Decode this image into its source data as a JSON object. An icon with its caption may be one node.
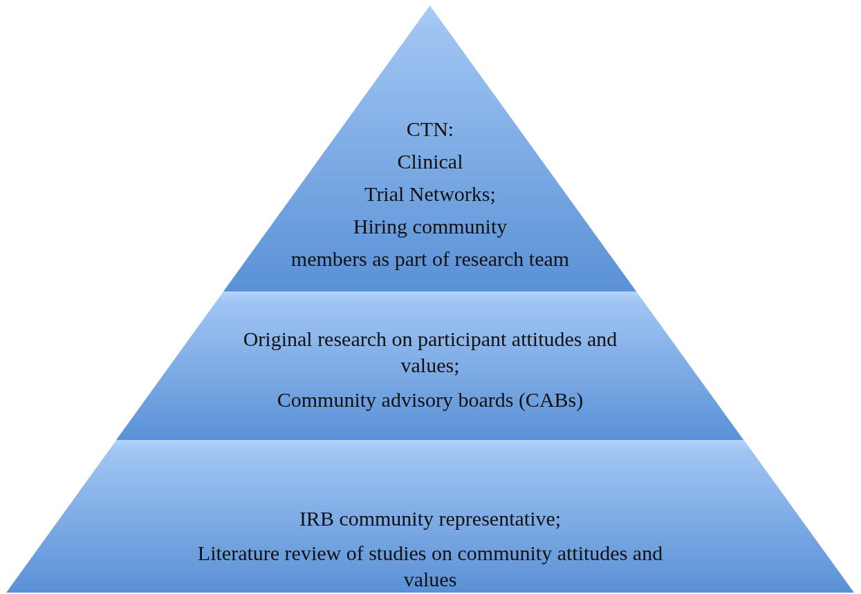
{
  "diagram": {
    "nodes": [
      {
        "text": [
          "CTN:",
          "Clinical",
          "Trial Networks;",
          "Hiring community",
          "members as part of research team"
        ]
      },
      {
        "text": [
          "Original research on participant attitudes and values;",
          "Community advisory boards (CABs)"
        ]
      },
      {
        "text": [
          "IRB community representative;",
          "Literature review of studies on community attitudes and values"
        ]
      }
    ]
  }
}
